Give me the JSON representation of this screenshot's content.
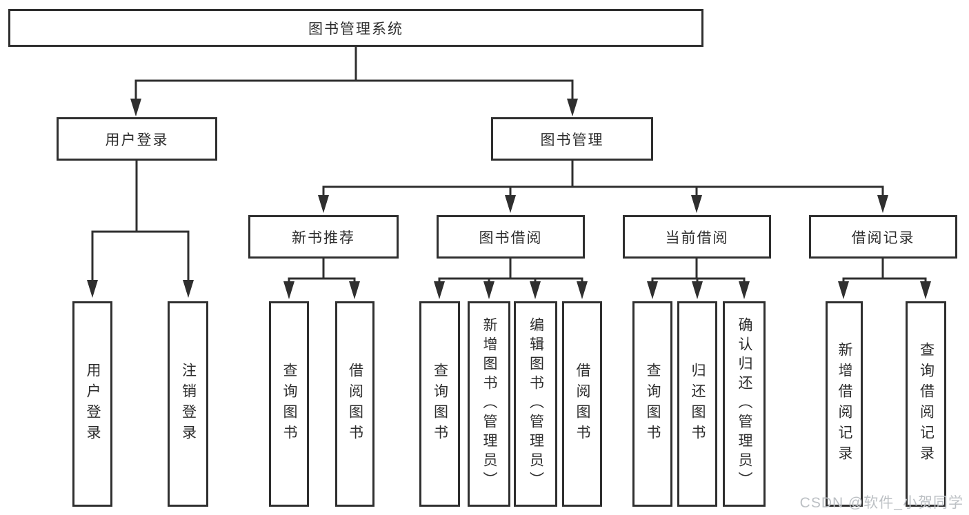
{
  "diagram": {
    "root": "图书管理系统",
    "level2": {
      "user_login": "用户登录",
      "book_management": "图书管理"
    },
    "level3": {
      "new_book_recommend": "新书推荐",
      "book_borrowing": "图书借阅",
      "current_borrowing": "当前借阅",
      "borrowing_records": "借阅记录"
    },
    "leaves": {
      "user_login": "用户登录",
      "logout": "注销登录",
      "nb_query_books": "查询图书",
      "nb_borrow_books": "借阅图书",
      "bb_query_books": "查询图书",
      "bb_add_books": "新增图书（管理员）",
      "bb_edit_books": "编辑图书（管理员）",
      "bb_borrow_books": "借阅图书",
      "cb_query_books": "查询图书",
      "cb_return_books": "归还图书",
      "cb_confirm_return": "确认归还（管理员）",
      "br_add_record": "新增借阅记录",
      "br_query_record": "查询借阅记录"
    }
  },
  "watermark": "CSDN @软件_小贺同学",
  "colors": {
    "line": "#2f2f2f",
    "box_border": "#2f2f2f",
    "text": "#2d2d2d",
    "watermark": "#bcc0c4",
    "background": "#ffffff"
  }
}
